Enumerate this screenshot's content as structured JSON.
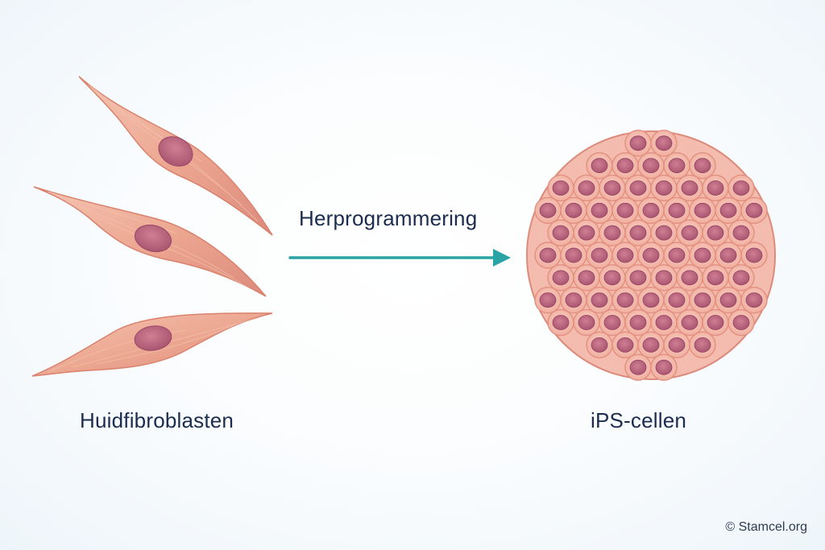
{
  "labels": {
    "process": "Herprogrammering",
    "source": "Huidfibroblasten",
    "result": "iPS-cellen"
  },
  "copyright": "© Stamcel.org",
  "colors": {
    "arrow": "#2aa3a4",
    "text": "#1b2c4f",
    "fibroblast_fill": "#eba58f",
    "fibroblast_edge": "#d9826d",
    "nucleus": "#b45e78",
    "colony_cell": "#f1b4a6",
    "colony_edge": "#e3907f",
    "colony_nucleus": "#a95472"
  },
  "icons": {
    "fibroblasts": "fibroblast-cell-icon",
    "colony": "ips-colony-icon",
    "arrow": "arrow-right-icon"
  }
}
